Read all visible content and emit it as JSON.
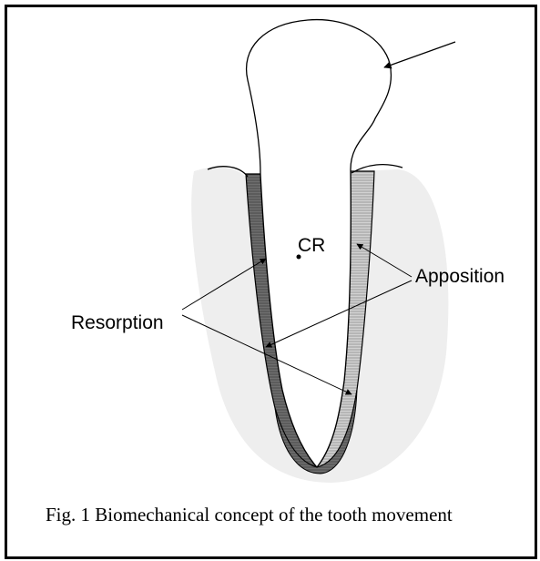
{
  "labels": {
    "center": "CR",
    "apposition": "Apposition",
    "resorption": "Resorption"
  },
  "caption": {
    "text": "Fig. 1 Biomechanical concept of the tooth movement"
  },
  "colors": {
    "bone": "#eeeeee",
    "ligament_dark": "#6f6f6f",
    "ligament_light": "#c6c6c6",
    "outline": "#000000",
    "hatch": "#9a9a9a"
  }
}
